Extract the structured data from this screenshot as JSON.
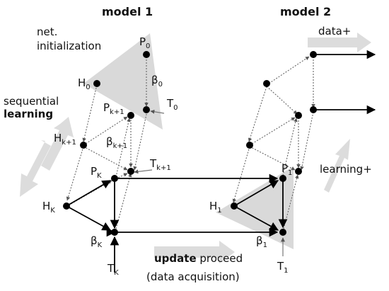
{
  "model1": {
    "title": "model 1"
  },
  "model2": {
    "title": "model 2"
  },
  "annotations": {
    "net_init_line1": "net.",
    "net_init_line2": "initialization",
    "seq_line1": "sequential",
    "seq_line2": "learning",
    "data_plus": "data+",
    "learning_plus": "learning+",
    "update_bold": "update",
    "update_rest": " proceed",
    "data_acq": "(data acquisition)"
  },
  "nodes": {
    "H0": {
      "base": "H",
      "sub": "0"
    },
    "P0": {
      "base": "P",
      "sub": "0"
    },
    "beta0": {
      "base": "β",
      "sub": "0"
    },
    "T0": {
      "base": "T",
      "sub": "0"
    },
    "Pk1": {
      "base": "P",
      "sub": "k+1"
    },
    "Hk1": {
      "base": "H",
      "sub": "k+1"
    },
    "betak1": {
      "base": "β",
      "sub": "k+1"
    },
    "Tk1": {
      "base": "T",
      "sub": "k+1"
    },
    "PK": {
      "base": "P",
      "sub": "K"
    },
    "HK": {
      "base": "H",
      "sub": "K"
    },
    "betaK": {
      "base": "β",
      "sub": "K"
    },
    "TK": {
      "base": "T",
      "sub": "K"
    },
    "P1": {
      "base": "P",
      "sub": "1"
    },
    "H1": {
      "base": "H",
      "sub": "1"
    },
    "beta1": {
      "base": "β",
      "sub": "1"
    },
    "T1": {
      "base": "T",
      "sub": "1"
    }
  },
  "colors": {
    "triangle_fill": "#d9d9d9",
    "block_arrow": "#dcdcdc",
    "node": "#000000",
    "solid_edge": "#000000",
    "dotted_edge": "#666666"
  }
}
